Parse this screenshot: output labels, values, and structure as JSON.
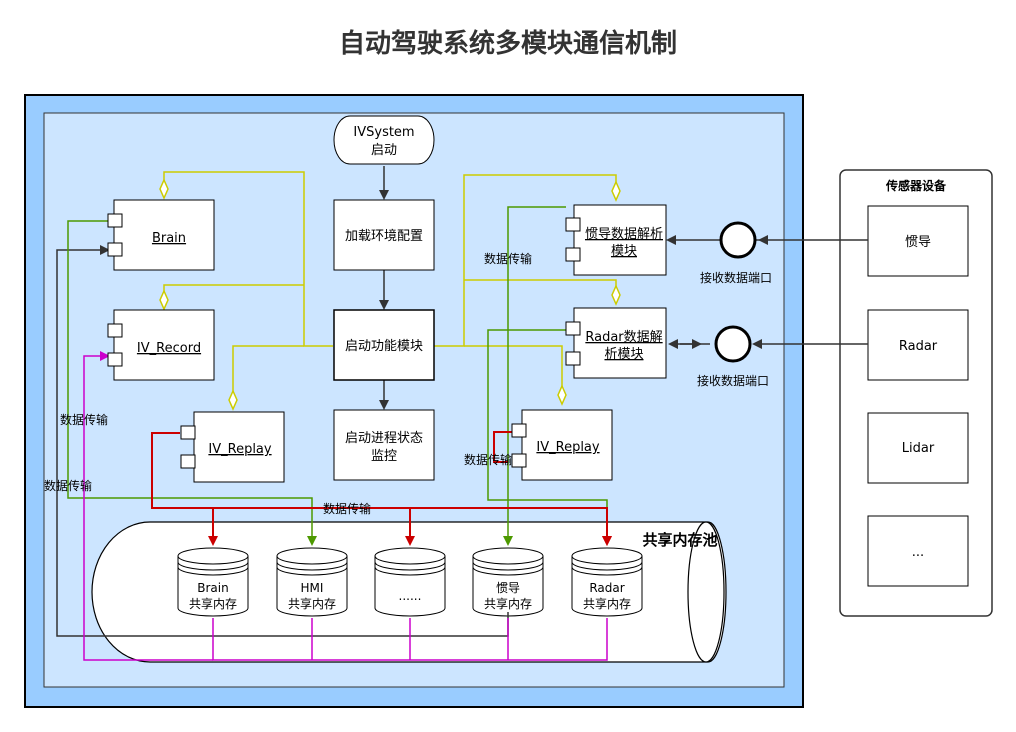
{
  "title": "自动驾驶系统多模块通信机制",
  "flow": {
    "start_line1": "IVSystem",
    "start_line2": "启动",
    "load_env": "加载环境配置",
    "start_module": "启动功能模块",
    "status_line1": "启动进程状态",
    "status_line2": "监控"
  },
  "components": {
    "brain": "Brain",
    "record": "IV_Record",
    "replay_left": "IV_Replay",
    "imu_line1": "惯导数据解析",
    "imu_line2": "模块",
    "radar_line1": "Radar数据解",
    "radar_line2": "析模块",
    "replay_right": "IV_Replay"
  },
  "ports": {
    "receive1": "接收数据端口",
    "receive2": "接收数据端口"
  },
  "sensors": {
    "title": "传感器设备",
    "items": [
      "惯导",
      "Radar",
      "Lidar",
      "..."
    ]
  },
  "pool": {
    "title": "共享内存池",
    "dbs": [
      {
        "line1": "Brain",
        "line2": "共享内存"
      },
      {
        "line1": "HMI",
        "line2": "共享内存"
      },
      {
        "line1": "......",
        "line2": ""
      },
      {
        "line1": "惯导",
        "line2": "共享内存"
      },
      {
        "line1": "Radar",
        "line2": "共享内存"
      }
    ]
  },
  "edge_labels": {
    "data_transfer_1": "数据传输",
    "data_transfer_2": "数据传输",
    "data_transfer_3": "数据传输",
    "data_transfer_4": "数据传输",
    "data_transfer_5": "数据传输"
  },
  "colors": {
    "outer_fill": "#99ccff",
    "inner_fill": "#cce5ff",
    "yellow": "#cccc00",
    "green": "#4d9900",
    "red": "#cc0000",
    "magenta": "#cc00cc",
    "dark": "#333333"
  }
}
